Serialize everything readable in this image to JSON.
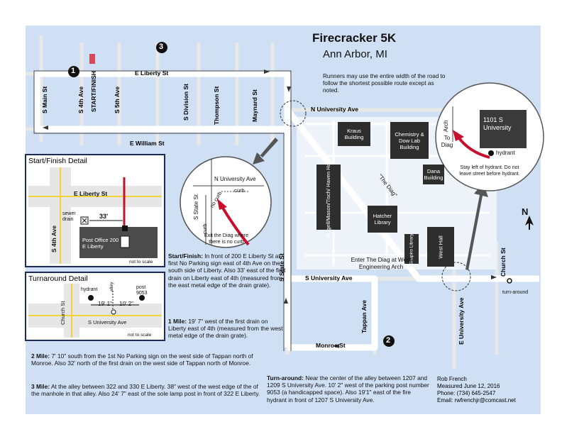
{
  "title": "Firecracker 5K",
  "subtitle": "Ann Arbor, MI",
  "intro_note": "Runners may use the entire width of the road to follow the shortest possible route except as noted.",
  "streets": {
    "e_liberty": "E Liberty St",
    "e_william": "E William St",
    "s_main": "S Main St",
    "s_4th": "S 4th Ave",
    "s_5th": "S 5th Ave",
    "s_division": "S Division St",
    "thompson": "Thompson St",
    "maynard": "Maynard St",
    "start_finish": "START/FINISH",
    "n_university": "N University Ave",
    "s_state": "S State St",
    "s_university": "S University Ave",
    "tappan": "Tappan Ave",
    "monroe": "Monroe St",
    "e_university": "E University Ave",
    "church": "Church St"
  },
  "markers": {
    "m1": "1",
    "m2": "2",
    "m3": "3"
  },
  "buildings": {
    "kraus": "Kraus Building",
    "chemistry": "Chemistry & Dow Lab Building",
    "dana": "Dana Building",
    "angell": "Angell/Mason/Tisch/ Haven Halls",
    "hatcher": "Hatcher Library",
    "shapiro": "Shapiro Library",
    "west_hall": "West Hall",
    "univ1101": "1101 S University"
  },
  "labels": {
    "the_diag": "\"The Diag\"",
    "enter_diag": "Enter The Diag at West Engineering Arch",
    "turn_around": "turn-around",
    "north": "N"
  },
  "diag_detail": {
    "n_university": "N University Ave",
    "s_state": "S State St",
    "curb": "curb",
    "no_curb": "no curb",
    "exit_note": "Exit the Diag where there is no curb"
  },
  "arch_detail": {
    "arch": "Arch",
    "to_diag": "To Diag",
    "building": "1101 S University",
    "hydrant": "hydrant",
    "note": "Stay left of hydrant. Do not leave street before hydrant."
  },
  "start_detail": {
    "title": "Start/Finish Detail",
    "street": "E Liberty St",
    "sewer_drain": "sewer drain",
    "distance": "33'",
    "s_4th": "S 4th Ave",
    "post_office": "Post Office 200 E Liberty",
    "scale": "not to scale"
  },
  "turnaround_detail": {
    "title": "Turnaround Detail",
    "hydrant": "hydrant",
    "alley": "alley",
    "post": "post 9053",
    "d1": "19' 1\"",
    "d2": "10' 2\"",
    "church": "Church St",
    "s_university": "S University Ave",
    "scale": "not to scale"
  },
  "notes": {
    "start_label": "Start/Finish:",
    "start_text": "In front of 200 E Liberty St at first No Parking sign east of 4th Ave on the south side of Liberty. Also 33' east of the first drain on Liberty east of 4th (measured from the east metal edge of the drain grate).",
    "mile1_label": "1 Mile:",
    "mile1_text": "19' 7\" west of the first drain on Liberty east of 4th (measured from the west metal edge of the drain grate).",
    "mile2_label": "2 Mile:",
    "mile2_text": "7' 10\" south from the 1st No Parking sign on the west side of Tappan north of Monroe. Also 32' north of the first drain on the west side of Tappan north of Monroe.",
    "mile3_label": "3 Mile:",
    "mile3_text": "At the alley between 322 and 330 E Liberty. 38\" west of the west edge of the of the manhole in that alley. Also 24' 7\" east of the sole lamp post in front of 322 E Liberty.",
    "turn_label": "Turn-around:",
    "turn_text": "Near the center of the alley between 1207 and 1209 S University Ave. 10' 2\" west of the parking post number 9053 (a handicapped space). Also 19'1\" east of the fire hydrant in front of 1207 S University Ave."
  },
  "credits": {
    "name": "Rob French",
    "measured": "Measured June 12, 2016",
    "phone": "Phone: (734) 645-2547",
    "email": "Email: rwfrenchjr@comcast.net"
  },
  "colors": {
    "background": "#cfe0f5",
    "route": "#ffffff",
    "arrow": "#c8102e",
    "building": "#2e2e2e",
    "panel_border": "#1e2a57"
  }
}
